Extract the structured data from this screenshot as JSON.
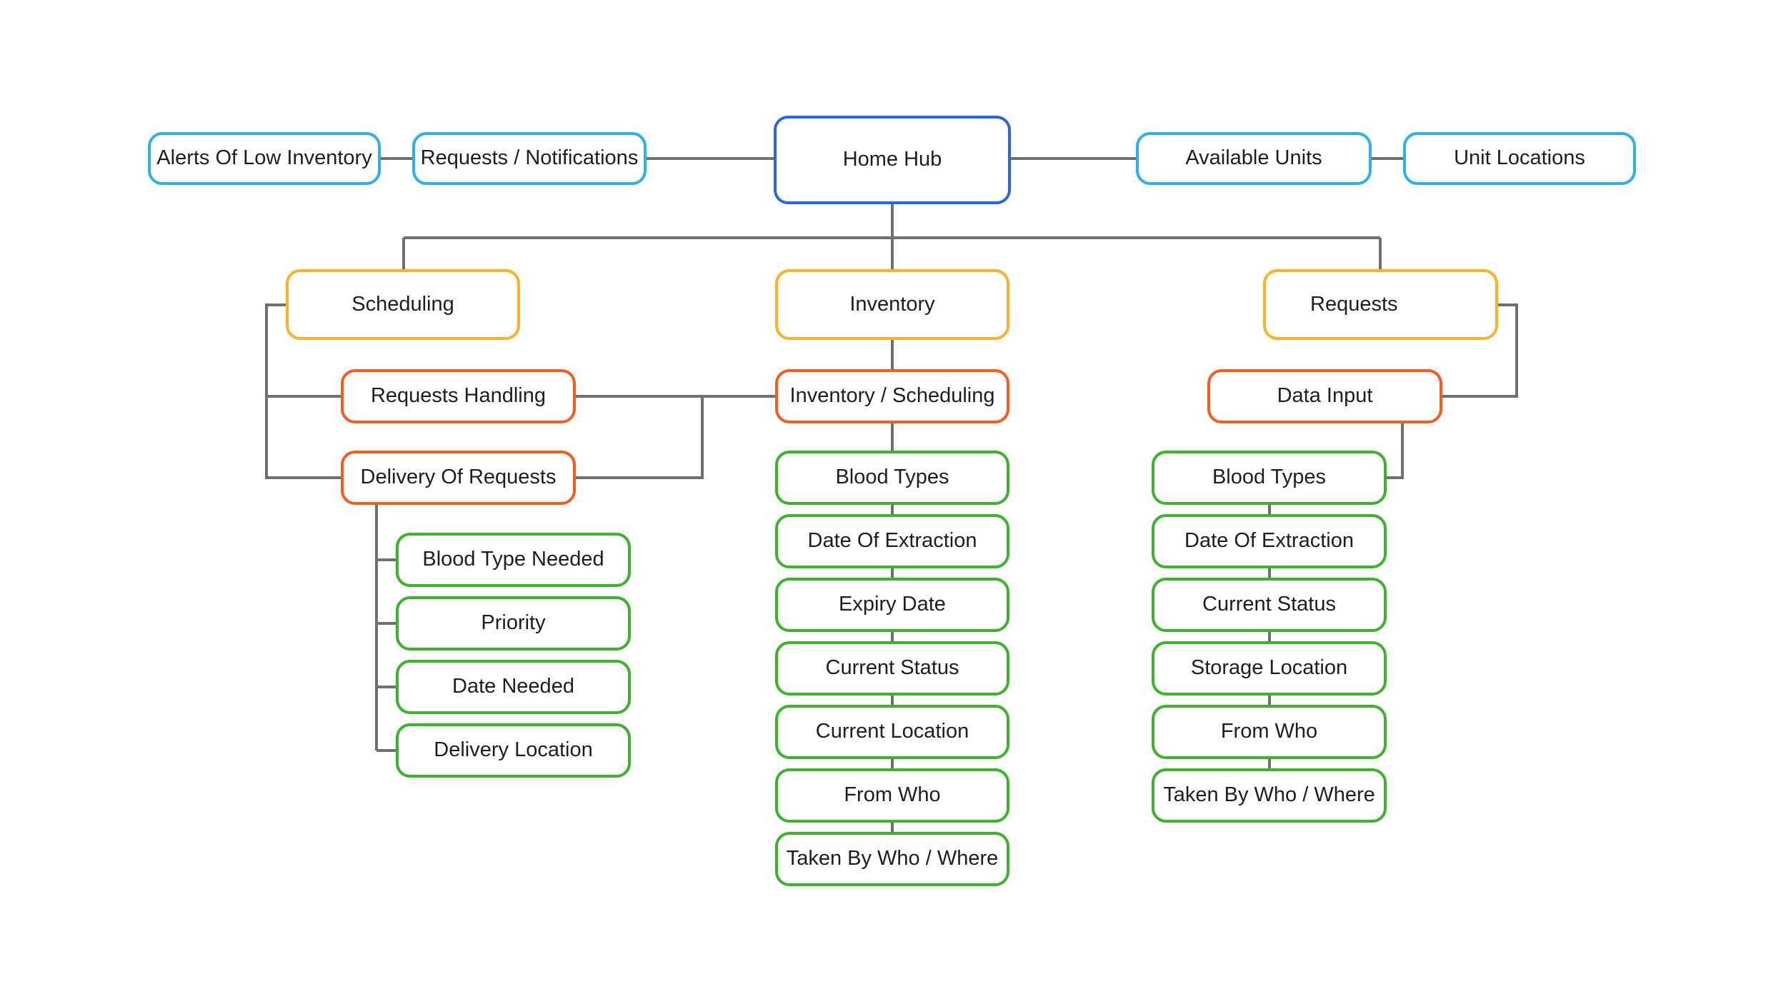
{
  "palette": {
    "hub_blue": "#2966E3",
    "cyan": "#2CB1EE",
    "amber": "#FCB126",
    "orange": "#F95A1E",
    "green": "#3BB32A",
    "line_gray": "#707070",
    "text": "#1E1E1E",
    "background": "#FFFFFF"
  },
  "nodes": {
    "alerts_low_inventory": {
      "label": "Alerts Of Low Inventory"
    },
    "requests_notifications": {
      "label": "Requests / Notifications"
    },
    "home_hub": {
      "label": "Home Hub"
    },
    "available_units": {
      "label": "Available Units"
    },
    "unit_locations": {
      "label": "Unit Locations"
    },
    "scheduling": {
      "label": "Scheduling"
    },
    "inventory": {
      "label": "Inventory"
    },
    "requests": {
      "label": "Requests"
    },
    "requests_handling": {
      "label": "Requests Handling"
    },
    "inventory_scheduling": {
      "label": "Inventory / Scheduling"
    },
    "data_input": {
      "label": "Data Input"
    },
    "delivery_of_requests": {
      "label": "Delivery Of Requests"
    },
    "blood_type_needed": {
      "label": "Blood Type Needed"
    },
    "priority": {
      "label": "Priority"
    },
    "date_needed": {
      "label": "Date Needed"
    },
    "delivery_location": {
      "label": "Delivery Location"
    },
    "inv_blood_types": {
      "label": "Blood Types"
    },
    "inv_date_of_extraction": {
      "label": "Date Of Extraction"
    },
    "inv_expiry_date": {
      "label": "Expiry Date"
    },
    "inv_current_status": {
      "label": "Current Status"
    },
    "inv_current_location": {
      "label": "Current Location"
    },
    "inv_from_who": {
      "label": "From Who"
    },
    "inv_taken_by_who_where": {
      "label": "Taken By Who / Where"
    },
    "di_blood_types": {
      "label": "Blood Types"
    },
    "di_date_of_extraction": {
      "label": "Date Of Extraction"
    },
    "di_current_status": {
      "label": "Current Status"
    },
    "di_storage_location": {
      "label": "Storage Location"
    },
    "di_from_who": {
      "label": "From Who"
    },
    "di_taken_by_who_where": {
      "label": "Taken By Who / Where"
    }
  }
}
